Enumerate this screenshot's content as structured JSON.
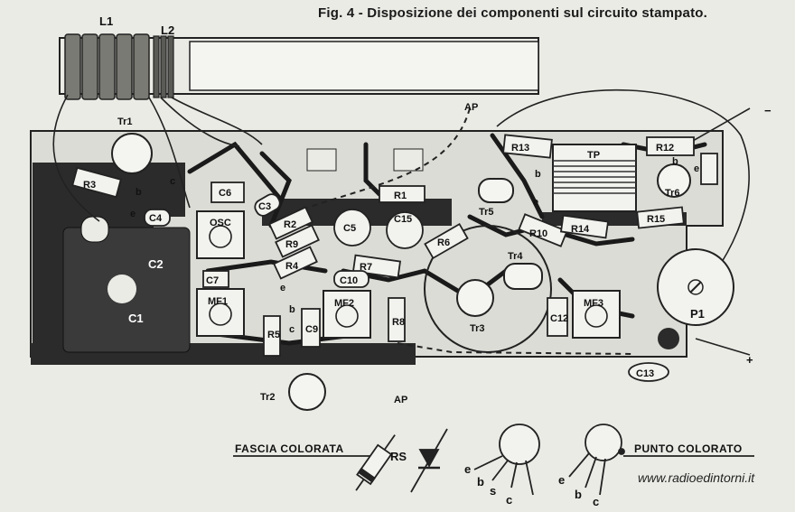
{
  "caption": "Fig. 4 - Disposizione dei componenti sul circuito stampato.",
  "watermark": "www.radioedintorni.it",
  "labels": {
    "L1": "L1",
    "L2": "L2",
    "AP": "AP",
    "minus": "−",
    "plus": "+",
    "Tr1": "Tr1",
    "Tr2": "Tr2",
    "Tr3": "Tr3",
    "Tr4": "Tr4",
    "Tr5": "Tr5",
    "Tr6": "Tr6",
    "R1": "R1",
    "R2": "R2",
    "R3": "R3",
    "R4": "R4",
    "R5": "R5",
    "R6": "R6",
    "R7": "R7",
    "R8": "R8",
    "R9": "R9",
    "R10": "R10",
    "R12": "R12",
    "R13": "R13",
    "R14": "R14",
    "R15": "R15",
    "C1": "C1",
    "C2": "C2",
    "C3": "C3",
    "C4": "C4",
    "C5": "C5",
    "C6": "C6",
    "C7": "C7",
    "C9": "C9",
    "C10": "C10",
    "C12": "C12",
    "C13": "C13",
    "C15": "C15",
    "OSC": "OSC",
    "MF1": "MF1",
    "MF2": "MF2",
    "MF3": "MF3",
    "TP": "TP",
    "P1": "P1",
    "b": "b",
    "c": "c",
    "e": "e",
    "s": "s",
    "RS": "RS",
    "fascia": "FASCIA COLORATA",
    "punto": "PUNTO COLORATO"
  }
}
